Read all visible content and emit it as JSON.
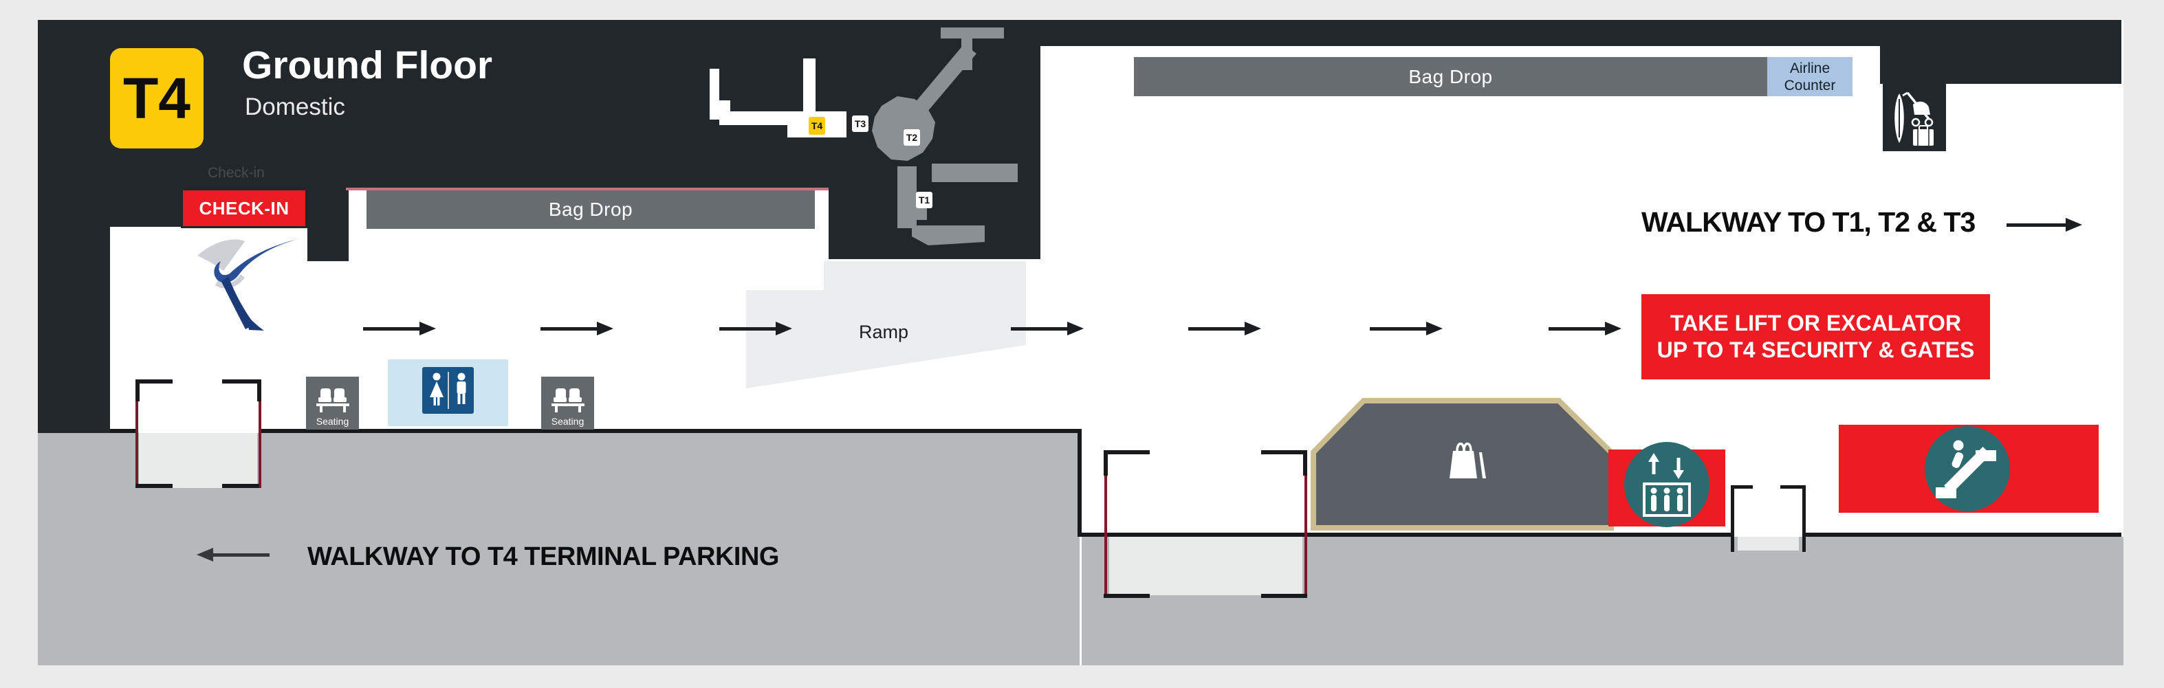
{
  "header": {
    "terminal_badge": "T4",
    "title": "Ground Floor",
    "subtitle": "Domestic",
    "ghost_label": "Check-in"
  },
  "minimap": {
    "t4": "T4",
    "t3": "T3",
    "t2": "T2",
    "t1": "T1"
  },
  "checkin_label": "CHECK-IN",
  "bag_drop": {
    "left_label": "Bag Drop",
    "right_label": "Bag Drop"
  },
  "airline_counter": {
    "line1": "Airline",
    "line2": "Counter"
  },
  "ramp_label": "Ramp",
  "seating_label": "Seating",
  "signs": {
    "walkway_t123": "WALKWAY TO T1, T2 & T3",
    "take_lift_line1": "TAKE LIFT OR EXCALATOR",
    "take_lift_line2": "UP TO T4 SECURITY & GATES",
    "walkway_parking": "WALKWAY TO T4 TERMINAL PARKING"
  },
  "icons": [
    "airline-logo",
    "seating-icon",
    "restroom-icon",
    "oversize-baggage-icon",
    "shopping-bag-icon",
    "lift-icon",
    "escalator-icon",
    "arrow-right-icon",
    "arrow-left-icon"
  ],
  "colors": {
    "bg": "#ebebeb",
    "panel-dark": "#22272b",
    "bar-gray": "#686d72",
    "map-gray": "#8b9094",
    "walkway": "#b6b9bb",
    "walkway-light": "#e9eaea",
    "ramp": "#ecedee",
    "red": "#ed1c24",
    "yellow": "#fdcb0a",
    "counter-blue": "#aac4e1",
    "restroom-pale": "#cde4f1",
    "restroom-blue": "#175386",
    "teal": "#2b6a6f",
    "shop-gray": "#5a6065",
    "shop-border": "#cbbd90",
    "door-red": "#7d1a29",
    "wall-black": "#17191b",
    "logo-blue": "#2a4f96",
    "logo-blue-dark": "#1b3a78",
    "logo-silver": "#cdd0d4",
    "pink-line": "#c9727e"
  }
}
